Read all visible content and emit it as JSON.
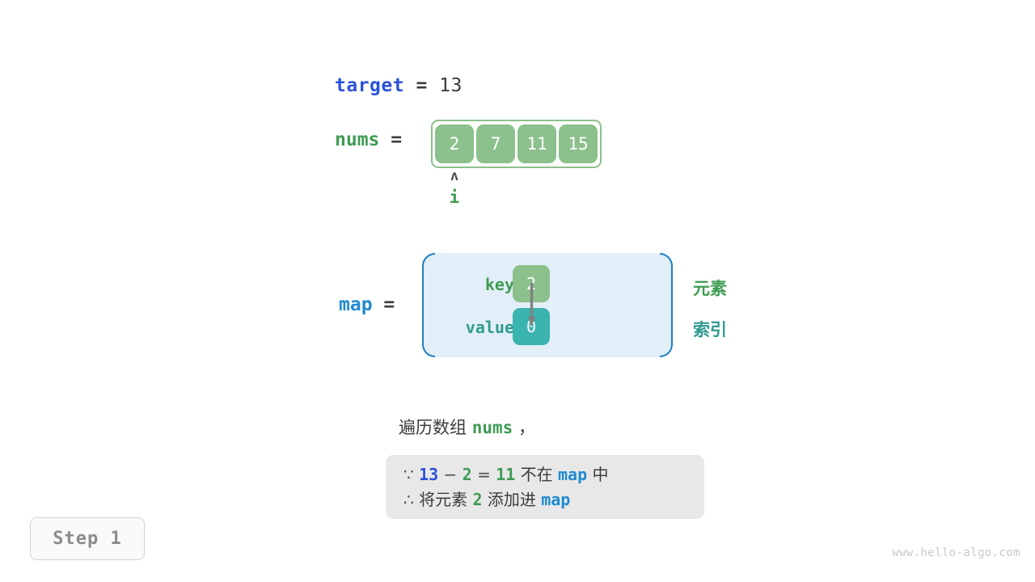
{
  "target": {
    "name": "target",
    "equals": "=",
    "value": "13"
  },
  "nums": {
    "name": "nums",
    "equals": "=",
    "cells": [
      "2",
      "7",
      "11",
      "15"
    ]
  },
  "pointer": {
    "caret": "ʌ",
    "label": "i",
    "index": 0
  },
  "map": {
    "name": "map",
    "equals": "=",
    "key_label": "key",
    "value_label": "value",
    "key_cell": "2",
    "value_cell": "0",
    "side_labels": {
      "element": "元素",
      "index": "索引"
    }
  },
  "caption": {
    "prefix": "遍历数组",
    "mono": "nums",
    "suffix": "，"
  },
  "conclusion": {
    "line1": {
      "symbol": "∵",
      "a": "13",
      "minus": "−",
      "b": "2",
      "equals": "=",
      "result": "11",
      "text": "不在",
      "map": "map",
      "tail": "中"
    },
    "line2": {
      "symbol": "∴",
      "text": "将元素",
      "value": "2",
      "text2": "添加进",
      "map": "map"
    }
  },
  "step_badge": "Step 1",
  "watermark": "www.hello-algo.com",
  "colors": {
    "target_blue": "#2a52d8",
    "map_blue": "#1f8ad0",
    "nums_green": "#3f9b53",
    "cell_green": "#8cc08c",
    "value_teal": "#3bb3af",
    "index_teal": "#2f9b8f",
    "map_bg": "#e3eff8",
    "map_border": "#1f7fc4",
    "conclusion_bg": "#e8e8e8",
    "arrow_gray": "#808080",
    "text_dark": "#3c3c3c"
  }
}
